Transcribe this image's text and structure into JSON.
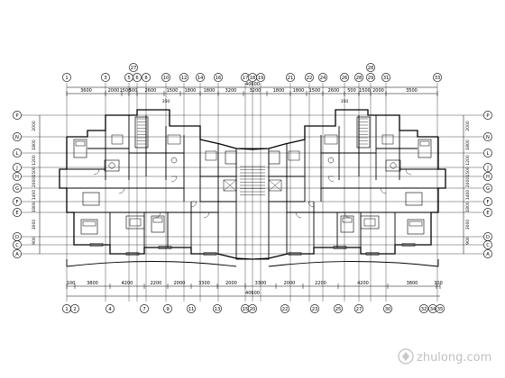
{
  "drawing": {
    "ink_color": "#000000",
    "background": "#ffffff",
    "overall_dimension_top": "40600",
    "overall_dimension_bottom": "40600",
    "top_dimensions": [
      "3600",
      "2000",
      "1500",
      "500",
      "2600",
      "1500",
      "1800",
      "1800",
      "3200",
      "3200",
      "1800",
      "1800",
      "1500",
      "2600",
      "500",
      "1500",
      "2000",
      "3500"
    ],
    "bottom_dimensions": [
      "100",
      "3800",
      "4200",
      "2200",
      "2000",
      "3300",
      "2000",
      "3300",
      "2000",
      "2200",
      "4200",
      "3800",
      "300"
    ],
    "top_axis_labels": [
      "1",
      "3",
      "5",
      "6",
      "8",
      "10",
      "12",
      "14",
      "16",
      "17",
      "18",
      "19",
      "21",
      "22",
      "24",
      "26",
      "28",
      "29",
      "31",
      "33"
    ],
    "top_axis_special": "27",
    "top_axis_special_right": "28",
    "bottom_axis_labels": [
      "1",
      "2",
      "4",
      "7",
      "9",
      "11",
      "13",
      "15",
      "20",
      "22",
      "23",
      "25",
      "27",
      "30",
      "32",
      "34",
      "35"
    ],
    "left_axis_labels": [
      "P",
      "N",
      "L",
      "J",
      "H",
      "G",
      "F",
      "E",
      "D",
      "C",
      "A"
    ],
    "right_axis_labels": [
      "P",
      "N",
      "L",
      "J",
      "H",
      "G",
      "F",
      "E",
      "D",
      "C",
      "A"
    ],
    "left_dims": [
      "2000",
      "1800",
      "1200",
      "1500",
      "2000",
      "1400",
      "1800",
      "3000",
      "900"
    ],
    "right_dims": [
      "2000",
      "1800",
      "1200",
      "1500",
      "2000",
      "1400",
      "1800",
      "3000",
      "900"
    ],
    "inner_dim_top": "350",
    "watermark_text": "zhulong.com"
  }
}
